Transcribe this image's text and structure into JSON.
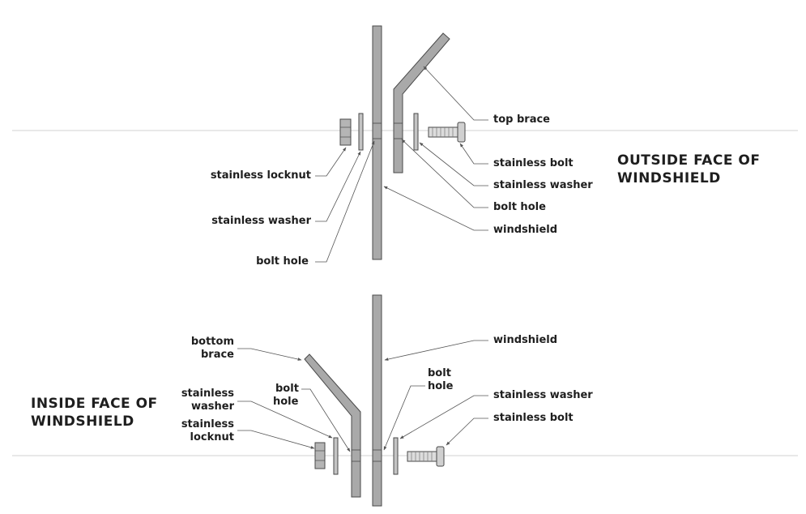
{
  "outside": {
    "heading_line1": "OUTSIDE FACE OF",
    "heading_line2": "WINDSHIELD",
    "labels": {
      "top_brace": "top brace",
      "bolt_right": "stainless bolt",
      "washer_right": "stainless washer",
      "bolt_hole_right": "bolt hole",
      "windshield_right": "windshield",
      "locknut_left": "stainless locknut",
      "washer_left": "stainless washer",
      "bolt_hole_left": "bolt hole"
    }
  },
  "inside": {
    "heading_line1": "INSIDE FACE OF",
    "heading_line2": "WINDSHIELD",
    "labels": {
      "bottom_brace_1": "bottom",
      "bottom_brace_2": "brace",
      "washer_left_1": "stainless",
      "washer_left_2": "washer",
      "locknut_left_1": "stainless",
      "locknut_left_2": "locknut",
      "bolt_hole_left_1": "bolt",
      "bolt_hole_left_2": "hole",
      "windshield_right": "windshield",
      "bolt_hole_right_1": "bolt",
      "bolt_hole_right_2": "hole",
      "washer_right": "stainless washer",
      "bolt_right": "stainless bolt"
    }
  },
  "colors": {
    "part_fill": "#a9a9a9",
    "part_stroke": "#4a4a4a",
    "leader": "#555555",
    "guide_line": "#cfcfcf"
  }
}
